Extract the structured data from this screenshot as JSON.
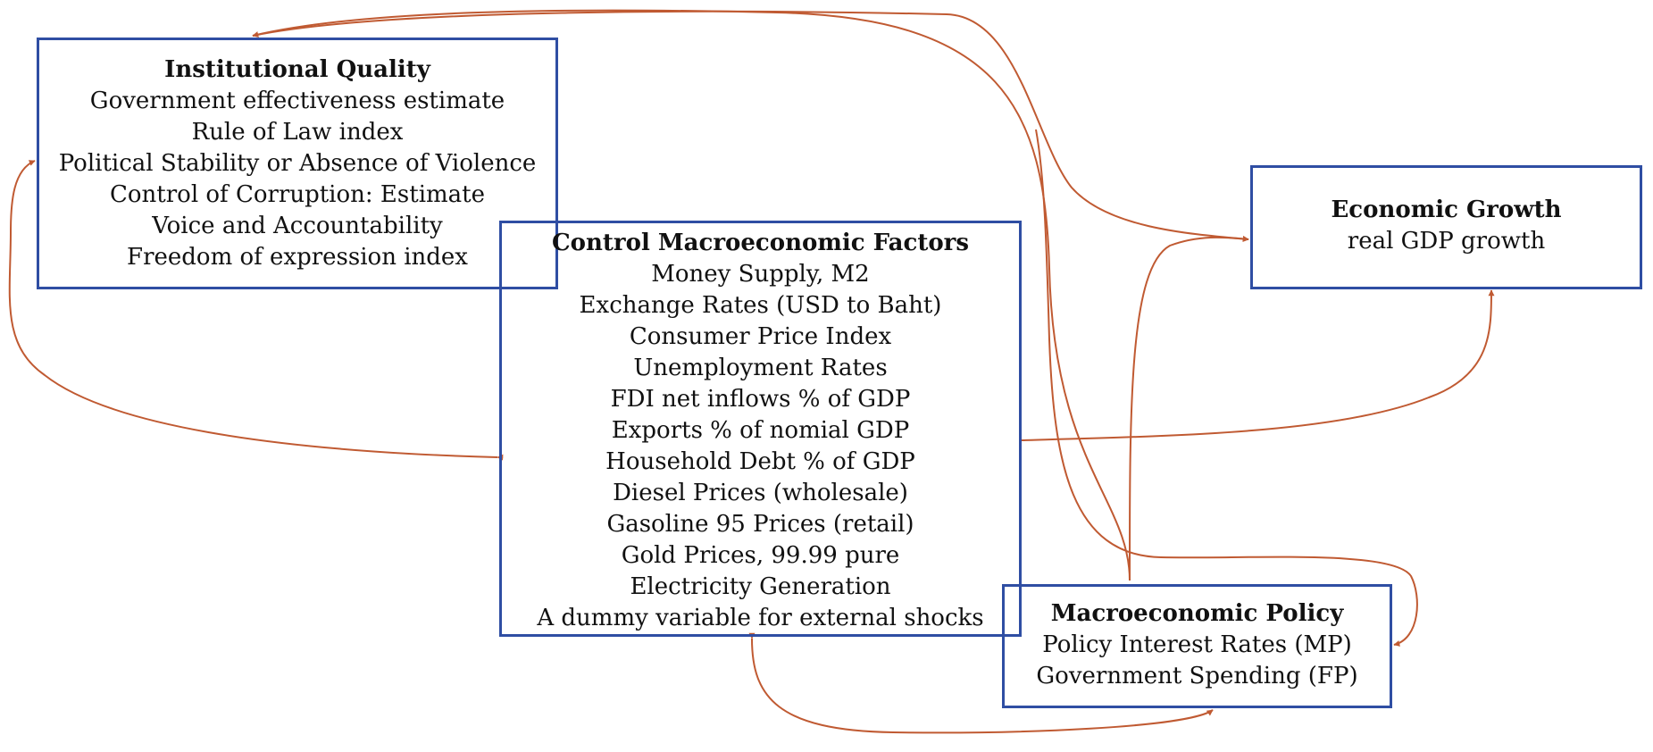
{
  "colors": {
    "box_border": "#2f4ea3",
    "arrow": "#c05a32",
    "text": "#111111"
  },
  "boxes": {
    "institutional": {
      "title": "Institutional Quality",
      "lines": [
        "Government effectiveness estimate",
        "Rule of Law index",
        "Political Stability or Absence of Violence",
        "Control of Corruption: Estimate",
        "Voice and Accountability",
        "Freedom of expression index"
      ]
    },
    "control": {
      "title": "Control Macroeconomic Factors",
      "lines": [
        "Money Supply, M2",
        "Exchange Rates (USD to Baht)",
        "Consumer Price Index",
        "Unemployment Rates",
        "FDI net inflows % of GDP",
        "Exports % of nomial GDP",
        "Household Debt % of GDP",
        "Diesel Prices (wholesale)",
        "Gasoline 95 Prices (retail)",
        "Gold Prices, 99.99 pure",
        "Electricity Generation",
        "A dummy variable for external shocks"
      ]
    },
    "growth": {
      "title": "Economic Growth",
      "lines": [
        "real GDP growth"
      ]
    },
    "policy": {
      "title": "Macroeconomic Policy",
      "lines": [
        "Policy Interest Rates (MP)",
        "Government Spending (FP)"
      ]
    }
  }
}
